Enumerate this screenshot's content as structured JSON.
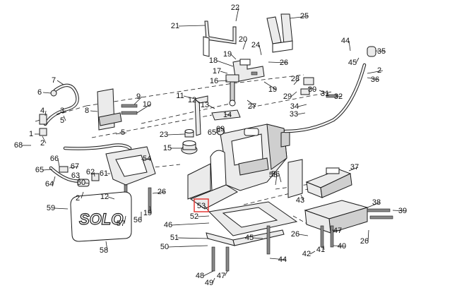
{
  "diagram": {
    "logo_text": "SOLO",
    "highlighted_label": "53",
    "callouts": [
      {
        "label": "1"
      },
      {
        "label": "2"
      },
      {
        "label": "2"
      },
      {
        "label": "2"
      },
      {
        "label": "3"
      },
      {
        "label": "4"
      },
      {
        "label": "5"
      },
      {
        "label": "5"
      },
      {
        "label": "6"
      },
      {
        "label": "7"
      },
      {
        "label": "8"
      },
      {
        "label": "9"
      },
      {
        "label": "10"
      },
      {
        "label": "11"
      },
      {
        "label": "12"
      },
      {
        "label": "12"
      },
      {
        "label": "13"
      },
      {
        "label": "14"
      },
      {
        "label": "15"
      },
      {
        "label": "16"
      },
      {
        "label": "17"
      },
      {
        "label": "18"
      },
      {
        "label": "19"
      },
      {
        "label": "19"
      },
      {
        "label": "19"
      },
      {
        "label": "20"
      },
      {
        "label": "21"
      },
      {
        "label": "22"
      },
      {
        "label": "23"
      },
      {
        "label": "24"
      },
      {
        "label": "25"
      },
      {
        "label": "26"
      },
      {
        "label": "26"
      },
      {
        "label": "26"
      },
      {
        "label": "26"
      },
      {
        "label": "27"
      },
      {
        "label": "28"
      },
      {
        "label": "29"
      },
      {
        "label": "30"
      },
      {
        "label": "31"
      },
      {
        "label": "32"
      },
      {
        "label": "33"
      },
      {
        "label": "34"
      },
      {
        "label": "35"
      },
      {
        "label": "36"
      },
      {
        "label": "37"
      },
      {
        "label": "38"
      },
      {
        "label": "39"
      },
      {
        "label": "40"
      },
      {
        "label": "41"
      },
      {
        "label": "42"
      },
      {
        "label": "43"
      },
      {
        "label": "44"
      },
      {
        "label": "44"
      },
      {
        "label": "45"
      },
      {
        "label": "45"
      },
      {
        "label": "46"
      },
      {
        "label": "47"
      },
      {
        "label": "47"
      },
      {
        "label": "48"
      },
      {
        "label": "49"
      },
      {
        "label": "50"
      },
      {
        "label": "51"
      },
      {
        "label": "52"
      },
      {
        "label": "53"
      },
      {
        "label": "54"
      },
      {
        "label": "55"
      },
      {
        "label": "56"
      },
      {
        "label": "56"
      },
      {
        "label": "57"
      },
      {
        "label": "58"
      },
      {
        "label": "59"
      },
      {
        "label": "60"
      },
      {
        "label": "61"
      },
      {
        "label": "62"
      },
      {
        "label": "63"
      },
      {
        "label": "64"
      },
      {
        "label": "65"
      },
      {
        "label": "65"
      },
      {
        "label": "66"
      },
      {
        "label": "67"
      },
      {
        "label": "68"
      },
      {
        "label": "69"
      }
    ]
  }
}
